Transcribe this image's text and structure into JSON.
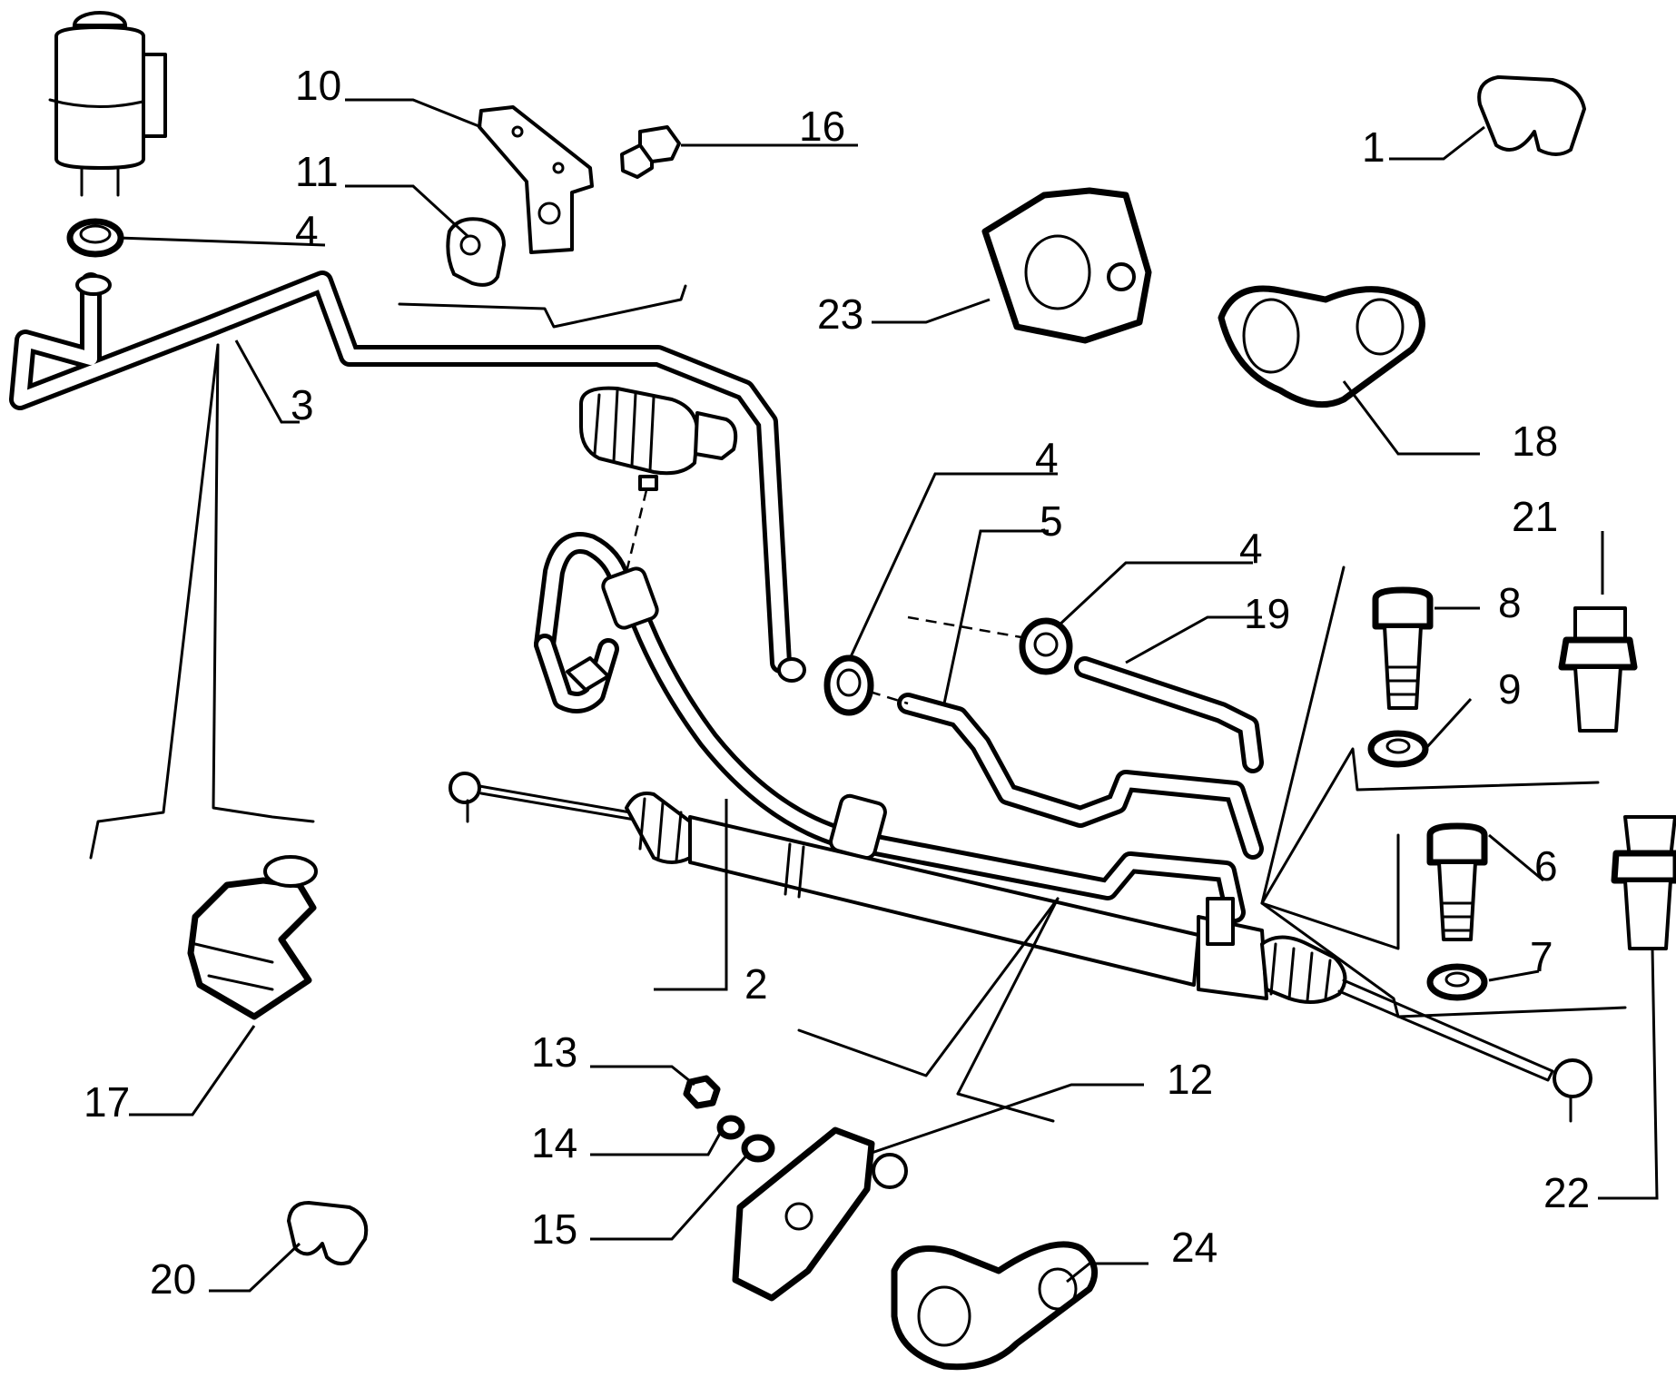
{
  "part_labels": {
    "p1": "1",
    "p2": "2",
    "p3": "3",
    "p4a": "4",
    "p4b": "4",
    "p4c": "4",
    "p5": "5",
    "p6": "6",
    "p7": "7",
    "p8": "8",
    "p9": "9",
    "p10": "10",
    "p11": "11",
    "p12": "12",
    "p13": "13",
    "p14": "14",
    "p15": "15",
    "p16": "16",
    "p17": "17",
    "p18": "18",
    "p19": "19",
    "p20": "20",
    "p21": "21",
    "p22": "22",
    "p23": "23",
    "p24": "24"
  },
  "colors": {
    "line": "#000000",
    "background": "#ffffff"
  }
}
